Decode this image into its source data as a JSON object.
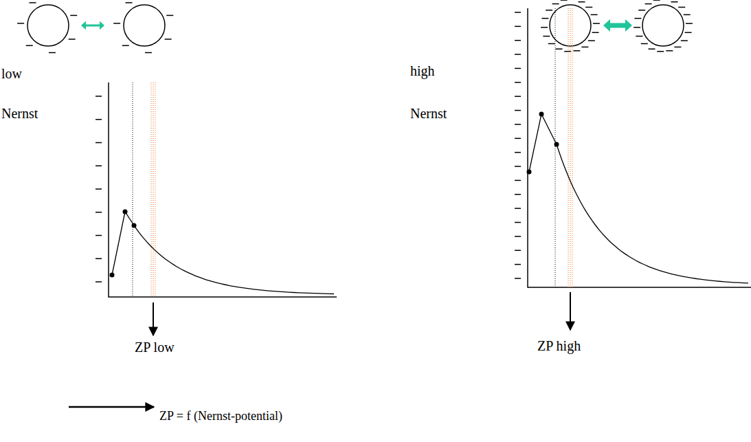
{
  "diagram": {
    "labels": [
      "low",
      "Nernst",
      "ZP low",
      "high",
      "Nernst",
      "ZP high",
      "ZP = f (Nernst-potential)"
    ]
  }
}
